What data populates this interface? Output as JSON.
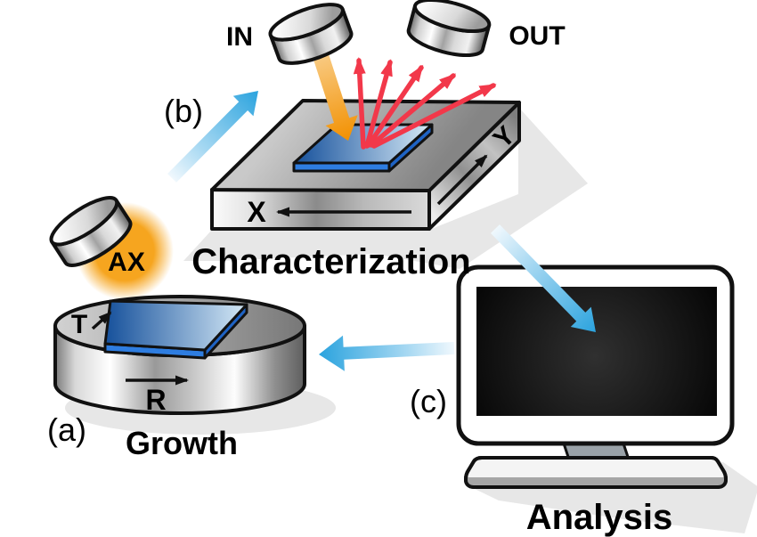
{
  "diagram": {
    "panels": {
      "growth": {
        "label": "(a)",
        "title": "Growth",
        "tilt_axis": "T",
        "rotation_axis": "R",
        "target_label": "AX"
      },
      "characterization": {
        "label": "(b)",
        "title": "Characterization",
        "x_axis": "X",
        "y_axis": "Y",
        "beam_in": "IN",
        "beam_out": "OUT"
      },
      "analysis": {
        "label": "(c)",
        "title": "Analysis"
      }
    },
    "colors": {
      "workflow_arrow_blue": "#2ba3de",
      "reflected_beam_red": "#f2384a",
      "incident_beam_orange": "#f29000",
      "target_glow_orange": "#f6a51f",
      "sample_dark_blue": "#15509b",
      "sample_light_blue": "#d9ecf8",
      "sample_edge_blue": "#2e7de0",
      "shadow_gray": "#e7e7e7",
      "outline_black": "#111111",
      "screen_black": "#020202"
    }
  }
}
